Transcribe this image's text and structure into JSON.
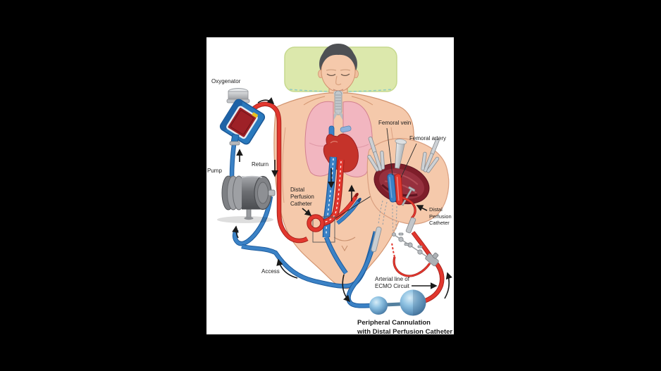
{
  "figure": {
    "type": "medical-illustration-ecmo-circuit",
    "labels": {
      "oxygenator": "Oxygenator",
      "pump": "Pump",
      "return_line": "Return",
      "access_line": "Access",
      "distal_perfusion_left": {
        "line1": "Distal",
        "line2": "Perfusion",
        "line3": "Catheter"
      },
      "femoral_vein": "Femoral vein",
      "femoral_artery": "Femoral artery",
      "distal_perfusion_right": {
        "line1": "Distal",
        "line2": "Perfusion",
        "line3": "Catheter"
      },
      "arterial_line": {
        "line1": "Arterial line of",
        "line2": "ECMO Circuit"
      },
      "caption": {
        "line1": "Peripheral Cannulation",
        "line2": "with Distal Perfusion Catheter"
      }
    },
    "colors": {
      "background": "#000000",
      "panel": "#ffffff",
      "arterial_red": "#e2372e",
      "venous_blue": "#3b82c6",
      "skin": "#f5c9ab",
      "lung_pink": "#f2b6c0",
      "heart_red": "#c5332a",
      "pillow_green": "#dce8ac",
      "device_blue": "#2a79bd",
      "oxygenator_window": "#9e2127",
      "metal_gray": "#c9cdd1",
      "label_text": "#1b1b1b"
    }
  }
}
